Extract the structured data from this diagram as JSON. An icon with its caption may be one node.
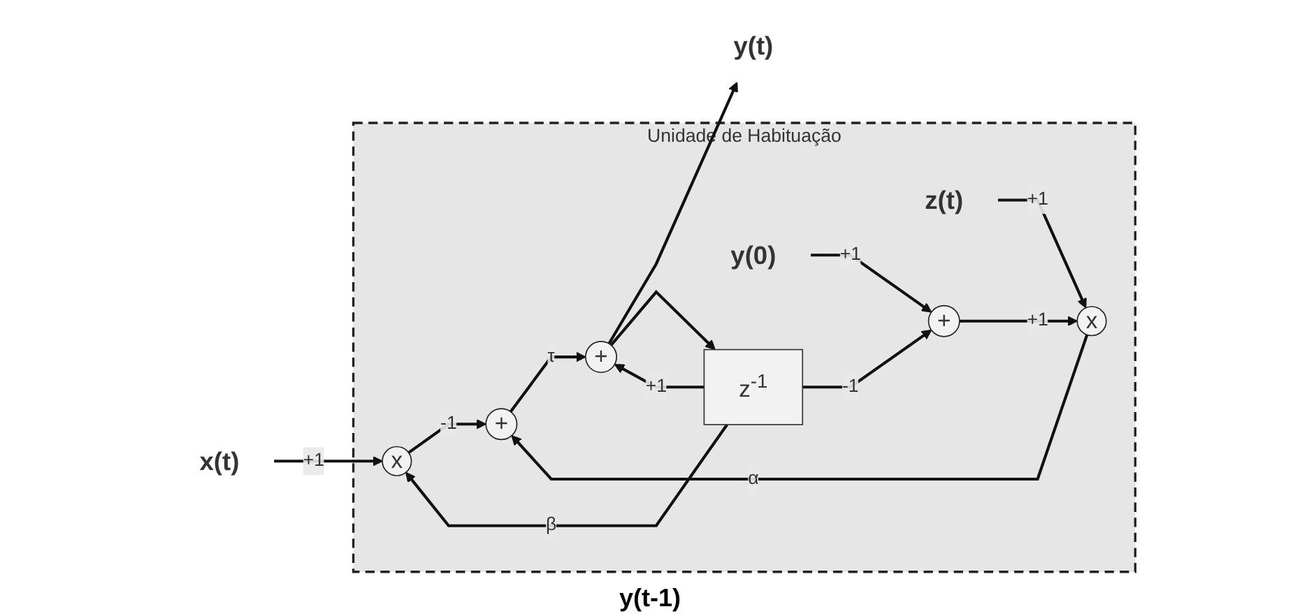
{
  "diagram": {
    "nodes": [
      {
        "text": [
          "Unidade de Habituação"
        ]
      },
      {
        "text": [
          "x(t)"
        ]
      },
      {
        "text": [
          "x"
        ],
        "in": 0
      },
      {
        "text": [
          "+"
        ],
        "in": 0
      },
      {
        "text": [
          "+"
        ],
        "in": 0
      },
      {
        "text": [
          "y(t)"
        ]
      },
      {
        "text": [
          "z(t)"
        ],
        "in": 0
      },
      {
        "text": [
          "x"
        ],
        "in": 0
      },
      {
        "text": [
          "y(0)"
        ],
        "in": 0
      },
      {
        "text": [
          "+"
        ],
        "in": 0
      },
      {
        "text": [
          "z$^{-1}$"
        ],
        "in": 0
      }
    ],
    "edges": [
      {
        "from": 1,
        "to": 2,
        "arrow": "to",
        "label": "+1"
      },
      {
        "from": 2,
        "to": 3,
        "arrow": "to",
        "label": "-1"
      },
      {
        "from": 3,
        "to": 4,
        "arrow": "to",
        "label": "τ"
      },
      {
        "from": 4,
        "to": 5,
        "arrow": "to"
      },
      {
        "from": 4,
        "to": 10,
        "arrow": "to"
      },
      {
        "from": 10,
        "to": 2,
        "arrow": "to",
        "label": "β"
      },
      {
        "from": 10,
        "to": 9,
        "arrow": "to",
        "label": "-1"
      },
      {
        "from": 10,
        "to": 4,
        "arrow": "to",
        "label": "+1"
      },
      {
        "from": 6,
        "to": 7,
        "arrow": "to",
        "label": "+1"
      },
      {
        "from": 8,
        "to": 9,
        "arrow": "to",
        "label": "+1"
      },
      {
        "from": 9,
        "to": 7,
        "arrow": "to",
        "label": "+1"
      },
      {
        "from": 7,
        "to": 3,
        "arrow": "to",
        "label": "α"
      }
    ],
    "labels": [
      "y(t-1)"
    ]
  }
}
